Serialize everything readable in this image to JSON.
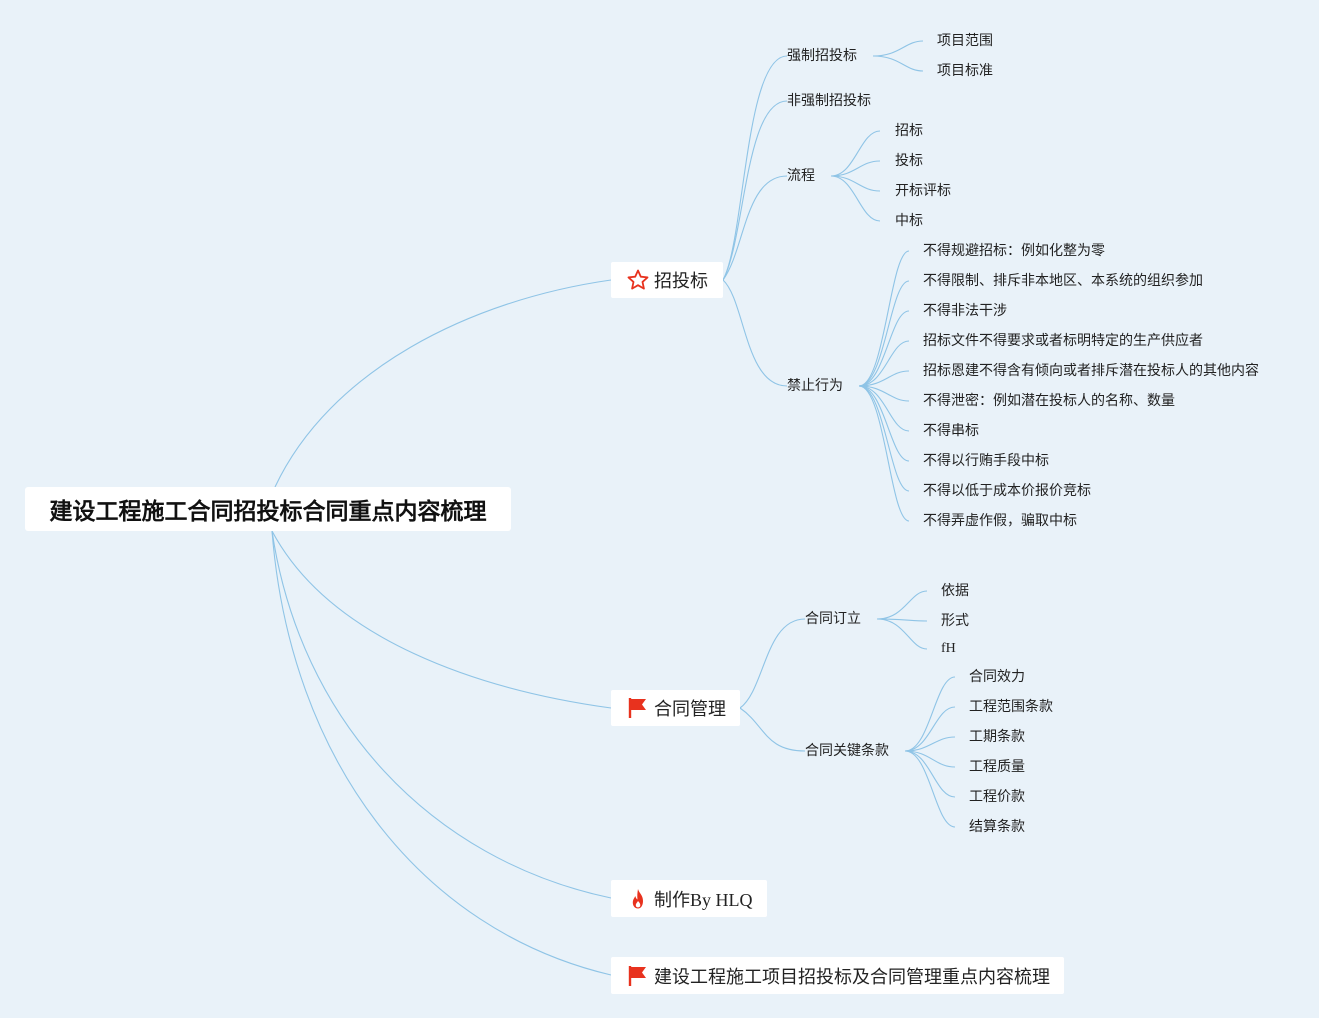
{
  "root": {
    "title": "建设工程施工合同招投标合同重点内容梳理"
  },
  "branches": {
    "bidding": {
      "label": "招投标",
      "icon": "star-icon",
      "mandatory": {
        "label": "强制招投标",
        "items": [
          "项目范围",
          "项目标准"
        ]
      },
      "non_mandatory": {
        "label": "非强制招投标"
      },
      "process": {
        "label": "流程",
        "items": [
          "招标",
          "投标",
          "开标评标",
          "中标"
        ]
      },
      "prohibited": {
        "label": "禁止行为",
        "items": [
          "不得规避招标：例如化整为零",
          "不得限制、排斥非本地区、本系统的组织参加",
          "不得非法干涉",
          "招标文件不得要求或者标明特定的生产供应者",
          "招标恩建不得含有倾向或者排斥潜在投标人的其他内容",
          "不得泄密：例如潜在投标人的名称、数量",
          "不得串标",
          "不得以行贿手段中标",
          "不得以低于成本价报价竞标",
          "不得弄虚作假，骗取中标"
        ]
      }
    },
    "contract": {
      "label": "合同管理",
      "icon": "flag-icon",
      "formation": {
        "label": "合同订立",
        "items": [
          "依据",
          "形式",
          "fH"
        ]
      },
      "key_clauses": {
        "label": "合同关键条款",
        "items": [
          "合同效力",
          "工程范围条款",
          "工期条款",
          "工程质量",
          "工程价款",
          "结算条款"
        ]
      }
    },
    "author": {
      "label": "制作By HLQ",
      "icon": "fire-icon"
    },
    "summary": {
      "label": "建设工程施工项目招投标及合同管理重点内容梳理",
      "icon": "flag-icon"
    }
  },
  "colors": {
    "background": "#e9f2f9",
    "link": "#8fc4e6",
    "icon_red": "#e8321e"
  }
}
